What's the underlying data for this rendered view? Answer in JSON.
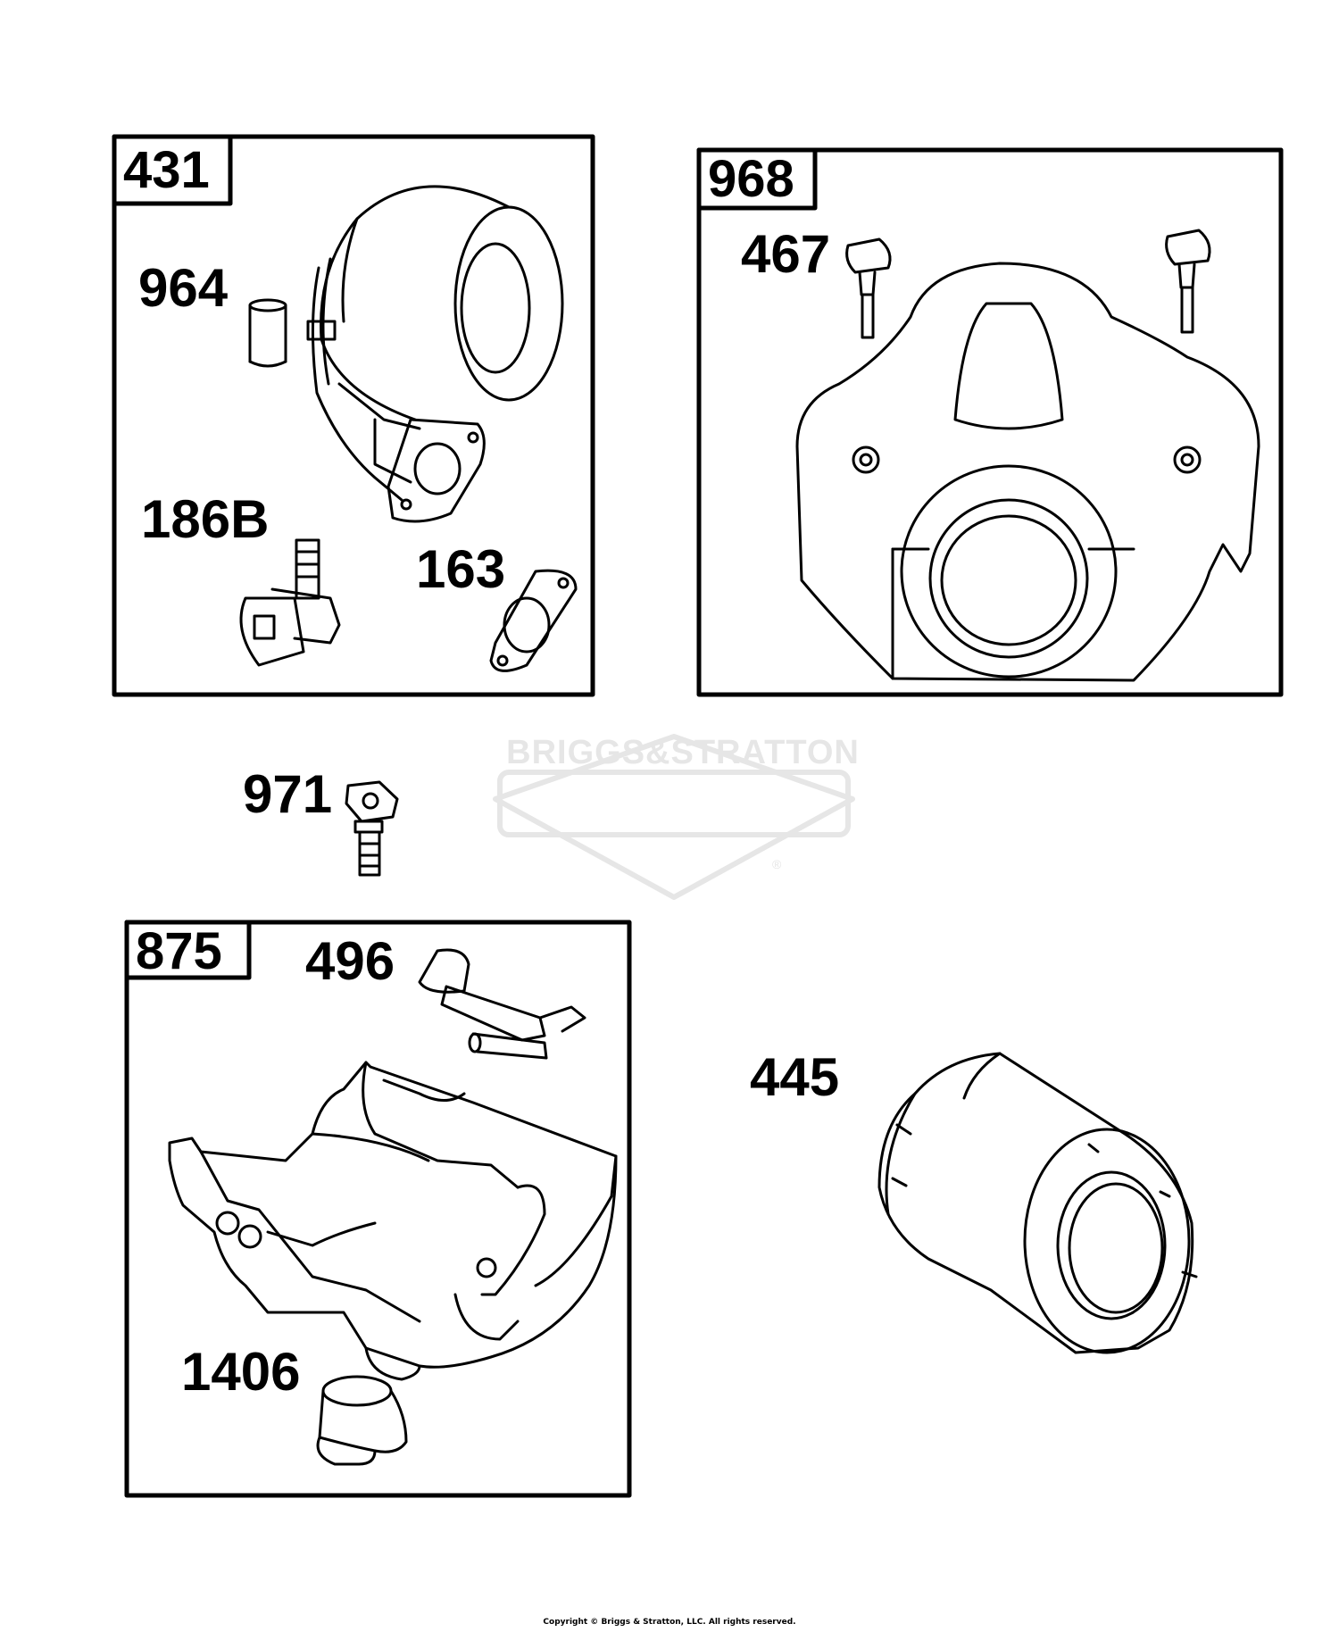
{
  "diagram": {
    "group_boxes": [
      {
        "id": "431"
      },
      {
        "id": "968"
      },
      {
        "id": "875"
      }
    ],
    "part_labels": {
      "p964": "964",
      "p186B": "186B",
      "p163": "163",
      "p467": "467",
      "p971": "971",
      "p496": "496",
      "p445": "445",
      "p1406": "1406"
    },
    "watermark": {
      "text": "BRIGGS&STRATTON",
      "mark": "®"
    },
    "copyright": "Copyright © Briggs & Stratton, LLC. All rights reserved."
  },
  "colors": {
    "line": "#000000",
    "watermark": "#e6e6e6",
    "background": "#ffffff"
  }
}
